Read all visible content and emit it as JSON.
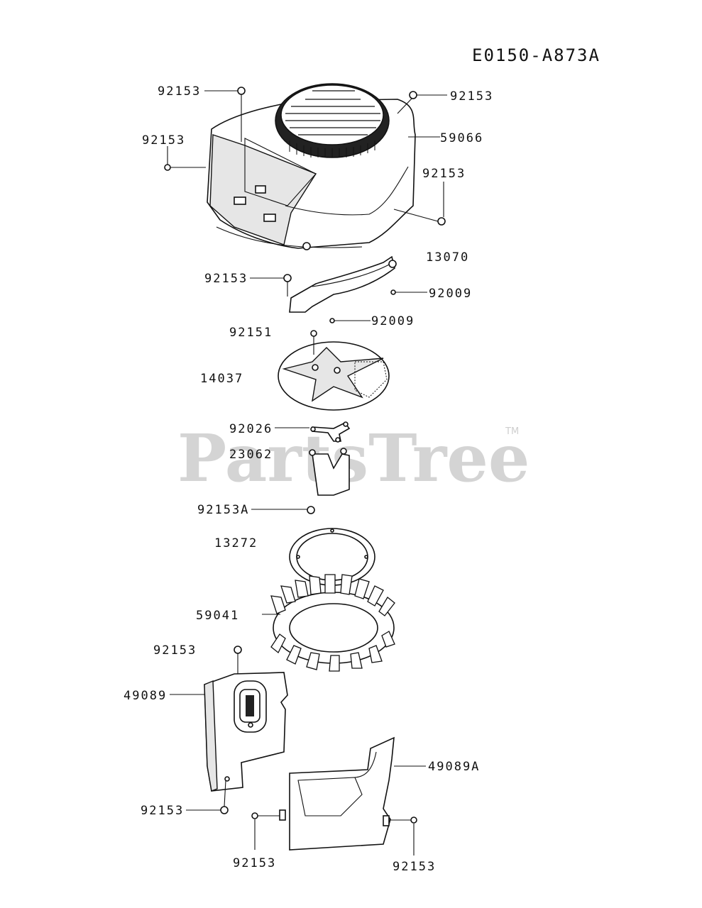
{
  "diagram_code": "E0150-A873A",
  "watermark": {
    "text": "PartsTree",
    "trademark": "TM"
  },
  "labels": {
    "l1": "92153",
    "l2": "92153",
    "l3": "59066",
    "l4": "92153",
    "l5": "92153",
    "l6": "92153",
    "l7": "13070",
    "l8": "92009",
    "l9": "92009",
    "l10": "92151",
    "l11": "14037",
    "l12": "92026",
    "l13": "23062",
    "l14": "92153A",
    "l15": "13272",
    "l16": "59041",
    "l17": "92153",
    "l18": "49089",
    "l19": "49089A",
    "l20": "92153",
    "l21": "92153",
    "l22": "92153"
  }
}
